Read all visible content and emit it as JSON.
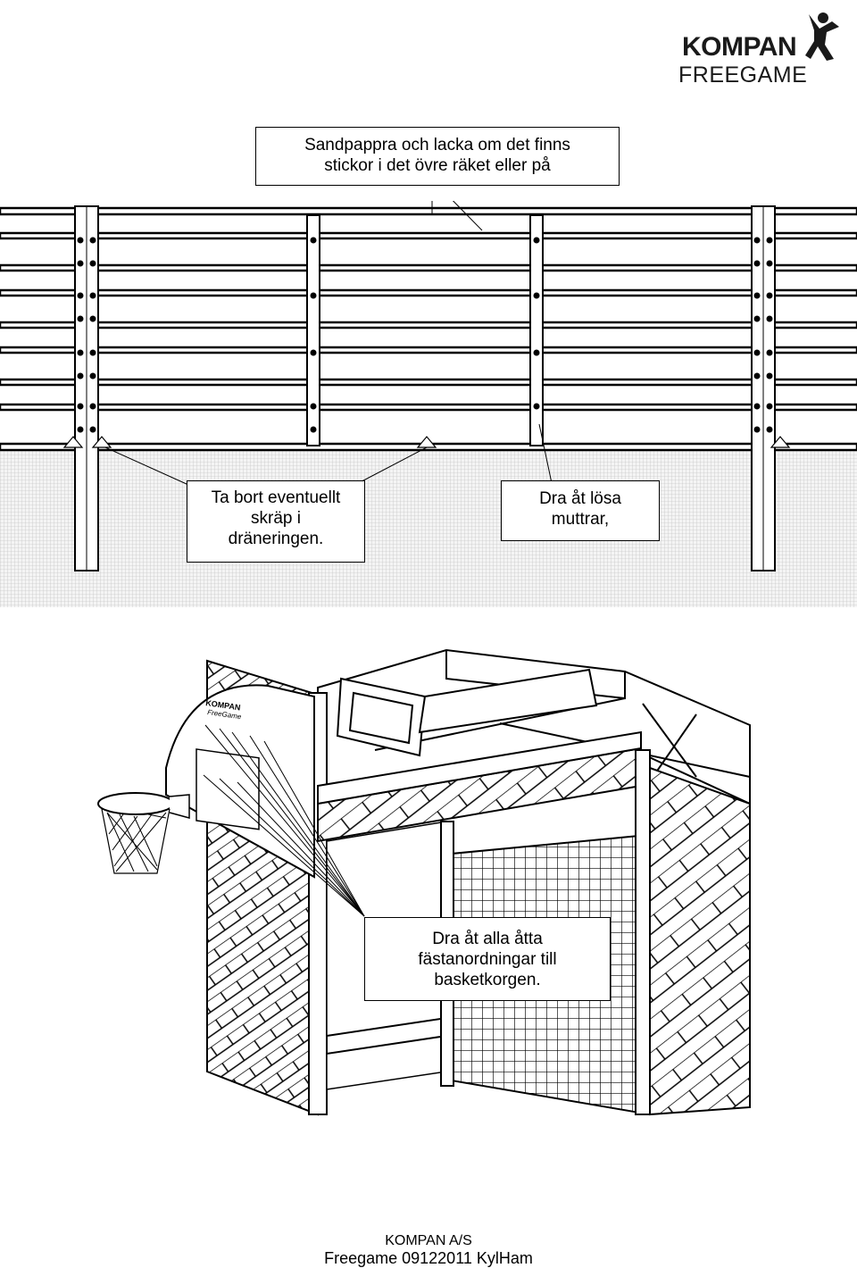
{
  "logo": {
    "brand": "KOMPAN",
    "product": "FREEGAME"
  },
  "fence_figure": {
    "callout_top": [
      "Sandpappra och lacka om det finns",
      "stickor i det övre räket eller på"
    ],
    "callout_drainage": [
      "Ta bort eventuellt",
      "skräp i",
      "dräneringen."
    ],
    "callout_nuts": [
      "Dra åt lösa",
      "muttrar,"
    ]
  },
  "basket_figure": {
    "backboard_logo": [
      "KOMPAN",
      "FreeGame"
    ],
    "callout_basket": [
      "Dra åt alla åtta",
      "fästanordningar till",
      "basketkorgen."
    ]
  },
  "footer": {
    "company": "KOMPAN A/S",
    "doc_ref": "Freegame 09122011 KylHam"
  }
}
